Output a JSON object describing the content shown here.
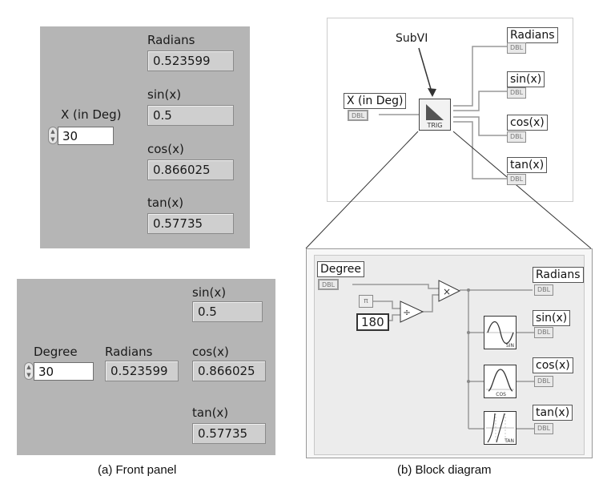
{
  "panel_a": {
    "x_label": "X (in Deg)",
    "x_value": "30",
    "radians_label": "Radians",
    "radians_value": "0.523599",
    "sin_label": "sin(x)",
    "sin_value": "0.5",
    "cos_label": "cos(x)",
    "cos_value": "0.866025",
    "tan_label": "tan(x)",
    "tan_value": "0.57735"
  },
  "panel_b": {
    "degree_label": "Degree",
    "degree_value": "30",
    "radians_label": "Radians",
    "radians_value": "0.523599",
    "sin_label": "sin(x)",
    "sin_value": "0.5",
    "cos_label": "cos(x)",
    "cos_value": "0.866025",
    "tan_label": "tan(x)",
    "tan_value": "0.57735"
  },
  "block_top": {
    "subvi_label": "SubVI",
    "x_label": "X (in Deg)",
    "icon_text": "TRIG",
    "radians_label": "Radians",
    "sin_label": "sin(x)",
    "cos_label": "cos(x)",
    "tan_label": "tan(x)",
    "term_text": "DBL"
  },
  "block_bottom": {
    "degree_label": "Degree",
    "pi_text": "π",
    "const_180": "180",
    "radians_label": "Radians",
    "sin_label": "sin(x)",
    "cos_label": "cos(x)",
    "tan_label": "tan(x)",
    "sin_node": "SIN",
    "cos_node": "COS",
    "tan_node": "TAN",
    "term_text": "DBL"
  },
  "captions": {
    "front": "(a) Front panel",
    "block": "(b) Block diagram"
  }
}
